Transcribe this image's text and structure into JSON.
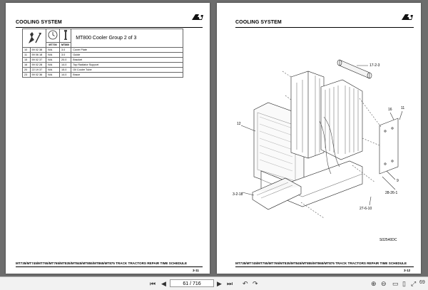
{
  "left_page": {
    "header_title": "COOLING SYSTEM",
    "group_title": "MT800 Cooler Group 2 of 3",
    "col_headers": [
      "MT700",
      "MT800"
    ],
    "rows": [
      {
        "item": "10",
        "code": "59 02 38",
        "mt700": "N/A",
        "mt800": "3.0",
        "desc": "Cover Plate"
      },
      {
        "item": "11",
        "code": "59 06 18",
        "mt700": "N/A",
        "mt800": "3.0",
        "desc": "Guide"
      },
      {
        "item": "15",
        "code": "59 02 37",
        "mt700": "N/A",
        "mt800": "20.0",
        "desc": "Bracket"
      },
      {
        "item": "16",
        "code": "59 02 28",
        "mt700": "N/A",
        "mt800": "14.0",
        "desc": "Top Radiator Support"
      },
      {
        "item": "20",
        "code": "22 19 37",
        "mt700": "N/A",
        "mt800": "15.0",
        "desc": "Oil Cooler Tube"
      },
      {
        "item": "23",
        "code": "59 02 36",
        "mt700": "N/A",
        "mt800": "14.0",
        "desc": "Brace"
      }
    ],
    "footer_text": "MT735/MT745/MT755/MT765/MT835/MT845/MT855/MT865/MT875 TRACK TRACTORS REPAIR TIME SCHEDULE",
    "page_number": "3-11"
  },
  "right_page": {
    "header_title": "COOLING SYSTEM",
    "callouts": [
      "17-2-3",
      "16",
      "11",
      "12",
      "9",
      "28-26-1",
      "3-2-18",
      "27-6-10"
    ],
    "drawing_id": "S02540DC",
    "footer_text": "MT735/MT745/MT755/MT765/MT835/MT845/MT855/MT865/MT875 TRACK TRACTORS REPAIR TIME SCHEDULE",
    "page_number": "3-12"
  },
  "toolbar": {
    "current_page": "61 / 716",
    "zoom": "69"
  },
  "colors": {
    "viewer_bg": "#6d6d6d",
    "page_bg": "#ffffff",
    "toolbar_bg": "#f2f2f2"
  }
}
